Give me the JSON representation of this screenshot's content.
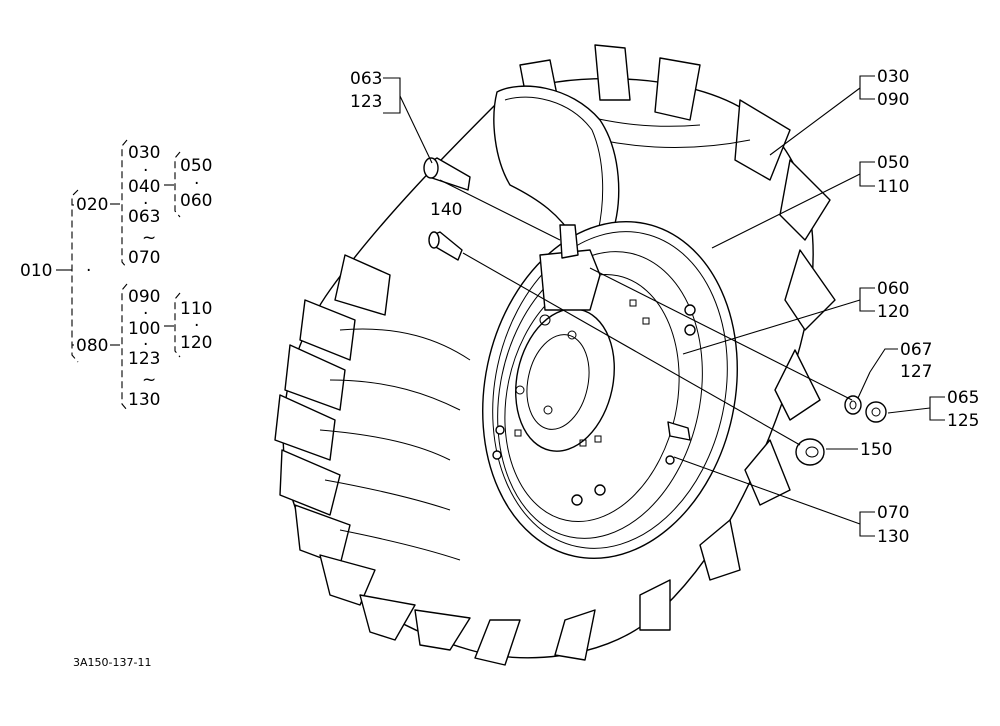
{
  "drawing_code": "3A150-137-11",
  "tree": {
    "root": "010",
    "dot": "·",
    "tilde": "~",
    "group1": {
      "code": "020",
      "items": [
        "030",
        "040",
        "063",
        "070"
      ],
      "sub": [
        "050",
        "060"
      ]
    },
    "group2": {
      "code": "080",
      "items": [
        "090",
        "100",
        "123",
        "130"
      ],
      "sub": [
        "110",
        "120"
      ]
    }
  },
  "callouts": {
    "bolt": [
      "063",
      "123"
    ],
    "tire": [
      "030",
      "090"
    ],
    "disc": [
      "050",
      "110"
    ],
    "wheel": [
      "060",
      "120"
    ],
    "washer": [
      "067",
      "127"
    ],
    "nut_small": [
      "065",
      "125"
    ],
    "nut_large": "150",
    "stud": "140",
    "valve": [
      "070",
      "130"
    ]
  }
}
